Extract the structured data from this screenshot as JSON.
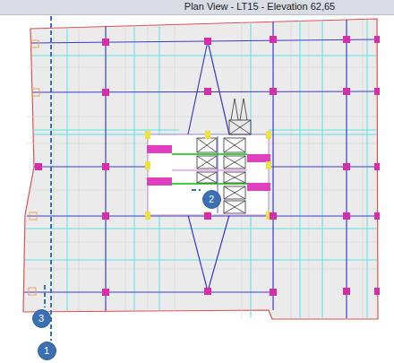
{
  "diagram": {
    "title": "Plan View - LT15 - Elevation 62,65",
    "nodes": [
      {
        "text": [
          "2"
        ]
      },
      {
        "text": [
          "3"
        ]
      },
      {
        "text": [
          "1"
        ]
      }
    ]
  }
}
